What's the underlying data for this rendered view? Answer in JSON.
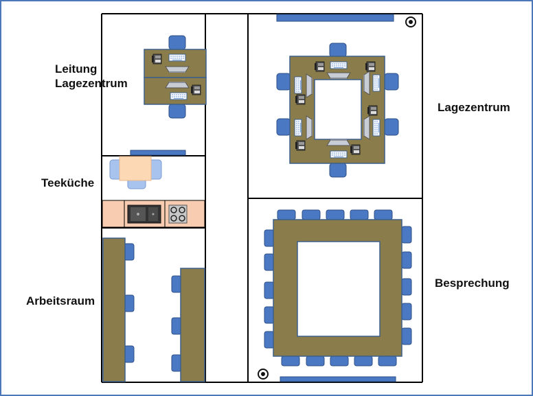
{
  "labels": {
    "leitung_line1": "Leitung",
    "leitung_line2": "Lagezentrum",
    "teekueche": "Teeküche",
    "arbeitsraum": "Arbeitsraum",
    "lagezentrum": "Lagezentrum",
    "besprechung": "Besprechung"
  },
  "colors": {
    "frame_border": "#4a78b8",
    "wall": "#000000",
    "desk": "#8b7d4b",
    "desk_border": "#3d5f8a",
    "chair": "#4a78c2",
    "chair_border": "#2e4f86",
    "kitchen_counter": "#f8ccb0",
    "kitchen_table": "#fcd9b4",
    "kitchen_chair": "#a8c4ee",
    "whiteboard": "#4a78c2"
  },
  "icons": [
    "desk-phone-icon",
    "keyboard-icon",
    "monitor-icon",
    "camera-icon",
    "sink-icon",
    "stove-icon"
  ]
}
